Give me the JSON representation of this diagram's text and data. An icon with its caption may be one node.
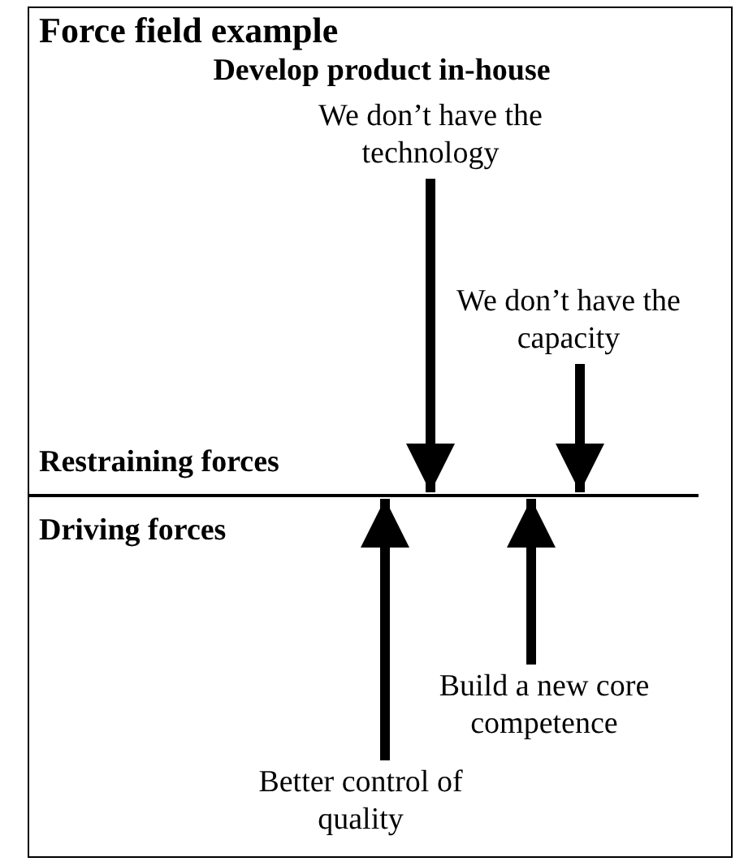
{
  "diagram": {
    "title": "Force field example",
    "nodes": [
      {
        "text": [
          "We don’t have the technology"
        ]
      },
      {
        "text": [
          "We don’t have the capacity"
        ]
      },
      {
        "text": [],
        "shape": "bar"
      },
      {
        "text": [
          "Build a new core competence"
        ]
      },
      {
        "text": [
          "Better control of quality"
        ]
      }
    ],
    "edges": [
      {
        "from": 0,
        "to": 2,
        "arrow": "to"
      },
      {
        "from": 1,
        "to": 2,
        "arrow": "to"
      },
      {
        "from": 4,
        "to": 2,
        "arrow": "to"
      },
      {
        "from": 3,
        "to": 2,
        "arrow": "to"
      }
    ],
    "labels": [
      "Develop product in-house",
      "Restraining forces",
      "Driving forces"
    ]
  }
}
